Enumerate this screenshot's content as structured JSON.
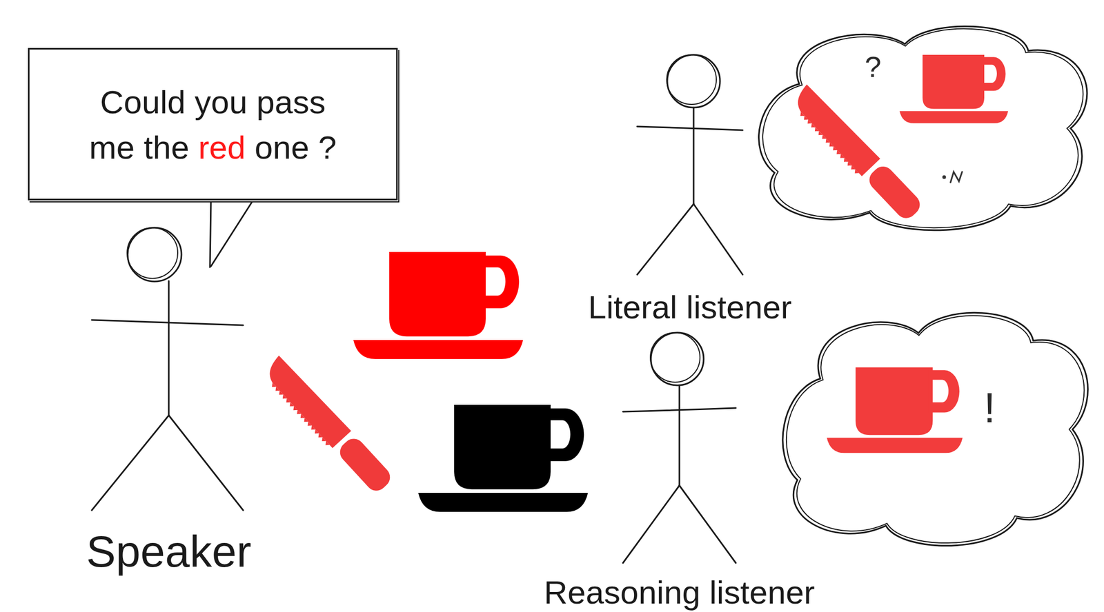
{
  "diagram": {
    "nodes": [
      {
        "text": [
          "Could you pass me the red one ?"
        ]
      },
      {
        "text": [
          "?"
        ]
      },
      {
        "text": [
          "!"
        ]
      }
    ],
    "labels": [
      "Speaker",
      "Literal listener",
      "Reasoning listener"
    ]
  }
}
